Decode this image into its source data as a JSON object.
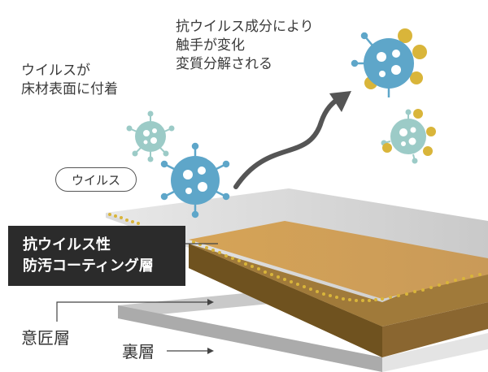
{
  "labels": {
    "effect_line1": "抗ウイルス成分により",
    "effect_line2": "触手が変化",
    "effect_line3": "変質分解される",
    "attach_line1": "ウイルスが",
    "attach_line2": "床材表面に付着",
    "virus_tag": "ウイルス",
    "coating_line1": "抗ウイルス性",
    "coating_line2": "防汚コーティング層",
    "design_layer": "意匠層",
    "back_layer": "裏層"
  },
  "colors": {
    "coating_box": "#2b2b2b",
    "virus_blue": "#5ea6c9",
    "virus_teal": "#9ccbc7",
    "coating_dots": "#d9b53a",
    "design_layer": "#b98c4a",
    "arrow": "#555555"
  }
}
